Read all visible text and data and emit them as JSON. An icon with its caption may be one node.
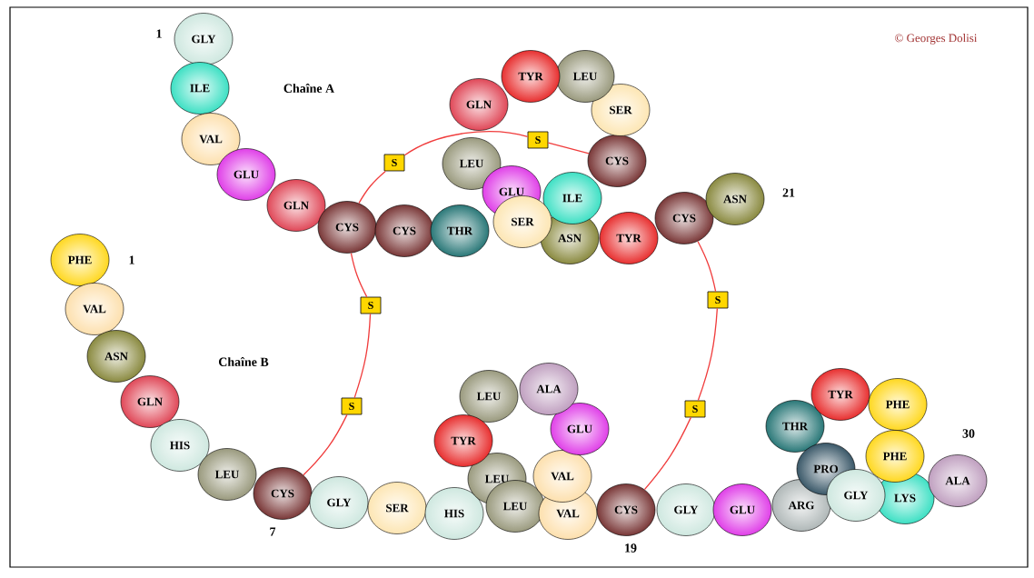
{
  "diagram": {
    "nodes": [
      {
        "text": [
          "GLY"
        ]
      },
      {
        "text": [
          "ILE"
        ]
      },
      {
        "text": [
          "VAL"
        ]
      },
      {
        "text": [
          "GLU"
        ]
      },
      {
        "text": [
          "GLN"
        ]
      },
      {
        "text": [
          "CYS"
        ]
      },
      {
        "text": [
          "CYS"
        ]
      },
      {
        "text": [
          "THR"
        ]
      },
      {
        "text": [
          "CYS"
        ]
      },
      {
        "text": [
          "SER"
        ]
      },
      {
        "text": [
          "LEU"
        ]
      },
      {
        "text": [
          "TYR"
        ]
      },
      {
        "text": [
          "GLN"
        ]
      },
      {
        "text": [
          "LEU"
        ]
      },
      {
        "text": [
          "GLU"
        ]
      },
      {
        "text": [
          "ASN"
        ]
      },
      {
        "text": [
          "ILE"
        ]
      },
      {
        "text": [
          "SER"
        ]
      },
      {
        "text": [
          "TYR"
        ]
      },
      {
        "text": [
          "CYS"
        ]
      },
      {
        "text": [
          "ASN"
        ]
      },
      {
        "text": [
          "PHE"
        ]
      },
      {
        "text": [
          "VAL"
        ]
      },
      {
        "text": [
          "ASN"
        ]
      },
      {
        "text": [
          "GLN"
        ]
      },
      {
        "text": [
          "HIS"
        ]
      },
      {
        "text": [
          "LEU"
        ]
      },
      {
        "text": [
          "CYS"
        ]
      },
      {
        "text": [
          "GLY"
        ]
      },
      {
        "text": [
          "SER"
        ]
      },
      {
        "text": [
          "HIS"
        ]
      },
      {
        "text": [
          "LEU"
        ]
      },
      {
        "text": [
          "LEU"
        ]
      },
      {
        "text": [
          "VAL"
        ]
      },
      {
        "text": [
          "VAL"
        ]
      },
      {
        "text": [
          "GLU"
        ]
      },
      {
        "text": [
          "ALA"
        ]
      },
      {
        "text": [
          "LEU"
        ]
      },
      {
        "text": [
          "TYR"
        ]
      },
      {
        "text": [
          "CYS"
        ]
      },
      {
        "text": [
          "GLY"
        ]
      },
      {
        "text": [
          "GLU"
        ]
      },
      {
        "text": [
          "ARG"
        ]
      },
      {
        "text": [
          "THR"
        ]
      },
      {
        "text": [
          "TYR"
        ]
      },
      {
        "text": [
          "PHE"
        ]
      },
      {
        "text": [
          "PRO"
        ]
      },
      {
        "text": [
          "LYS"
        ]
      },
      {
        "text": [
          "PHE"
        ]
      },
      {
        "text": [
          "GLY"
        ]
      },
      {
        "text": [
          "ALA"
        ]
      },
      {
        "text": [
          "S"
        ]
      },
      {
        "text": [
          "S"
        ]
      },
      {
        "text": [
          "S"
        ]
      },
      {
        "text": [
          "S"
        ]
      },
      {
        "text": [
          "S"
        ]
      },
      {
        "text": [
          "S"
        ]
      }
    ],
    "edges": [
      {
        "from": 5,
        "to": 51,
        "arrow": "none"
      },
      {
        "from": 51,
        "to": 52,
        "arrow": "none"
      },
      {
        "from": 52,
        "to": 8,
        "arrow": "none"
      },
      {
        "from": 5,
        "to": 53,
        "arrow": "none"
      },
      {
        "from": 53,
        "to": 54,
        "arrow": "none"
      },
      {
        "from": 54,
        "to": 27,
        "arrow": "none"
      },
      {
        "from": 19,
        "to": 55,
        "arrow": "none"
      },
      {
        "from": 55,
        "to": 56,
        "arrow": "none"
      },
      {
        "from": 56,
        "to": 39,
        "arrow": "none"
      }
    ],
    "labels": [
      "1",
      "© Georges Dolisi",
      "Chaîne A",
      "21",
      "1",
      "Chaîne B",
      "30",
      "7",
      "19"
    ]
  }
}
